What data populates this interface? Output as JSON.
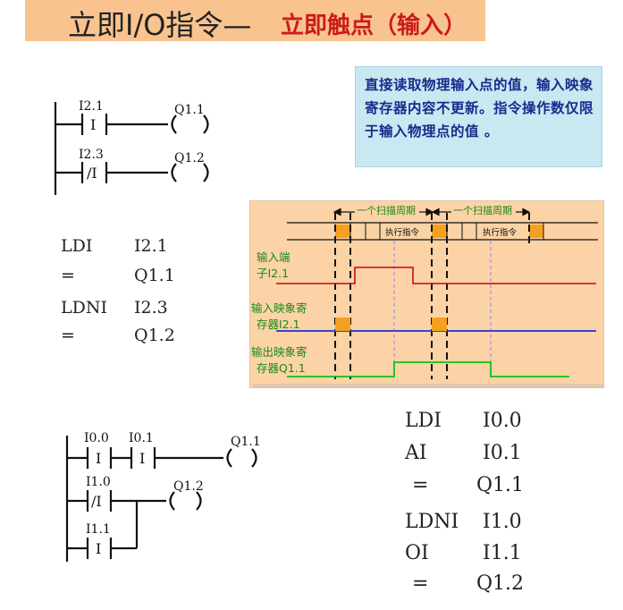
{
  "title": {
    "main": "立即I/O指令—",
    "sub": "立即触点（输入）"
  },
  "note": "直接读取物理输入点的值，输入映象寄存器内容不更新。指令操作数仅限于输入物理点的值 。",
  "ladder1": {
    "r1_contact_addr": "I2.1",
    "r1_contact_mark": "I",
    "r1_coil_addr": "Q1.1",
    "r2_contact_addr": "I2.3",
    "r2_contact_mark": "/I",
    "r2_coil_addr": "Q1.2"
  },
  "stl1": [
    {
      "op": "LDI",
      "arg": "I2.1"
    },
    {
      "op": "=",
      "arg": "Q1.1"
    },
    {
      "op": "LDNI",
      "arg": "I2.3"
    },
    {
      "op": "=",
      "arg": "Q1.2"
    }
  ],
  "timing": {
    "scan_period_1": "一个扫描周期",
    "scan_period_2": "一个扫描周期",
    "exec_1": "执行指令",
    "exec_2": "执行指令",
    "sig1_label_l1": "输入端",
    "sig1_label_l2": "子I2.1",
    "sig2_label_l1": "输入映象寄",
    "sig2_label_l2": "存器I2.1",
    "sig3_label_l1": "输出映象寄",
    "sig3_label_l2": "存器Q1.1",
    "colors": {
      "background": "#fbd3a6",
      "input": "#d42020",
      "image": "#2030d0",
      "output": "#10c010",
      "label": "#1a8a1a",
      "block": "#f5a020"
    }
  },
  "ladder2": {
    "c1_addr": "I0.0",
    "c1_mark": "I",
    "c2_addr": "I0.1",
    "c2_mark": "I",
    "coil1_addr": "Q1.1",
    "c3_addr": "I1.0",
    "c3_mark": "/I",
    "coil2_addr": "Q1.2",
    "c4_addr": "I1.1",
    "c4_mark": "I"
  },
  "stl2": [
    {
      "op": "LDI",
      "arg": "I0.0"
    },
    {
      "op": "AI",
      "arg": "I0.1"
    },
    {
      "op": "=",
      "arg": "Q1.1"
    },
    {
      "op": "LDNI",
      "arg": "I1.0"
    },
    {
      "op": "OI",
      "arg": "I1.1"
    },
    {
      "op": "=",
      "arg": "Q1.2"
    }
  ]
}
